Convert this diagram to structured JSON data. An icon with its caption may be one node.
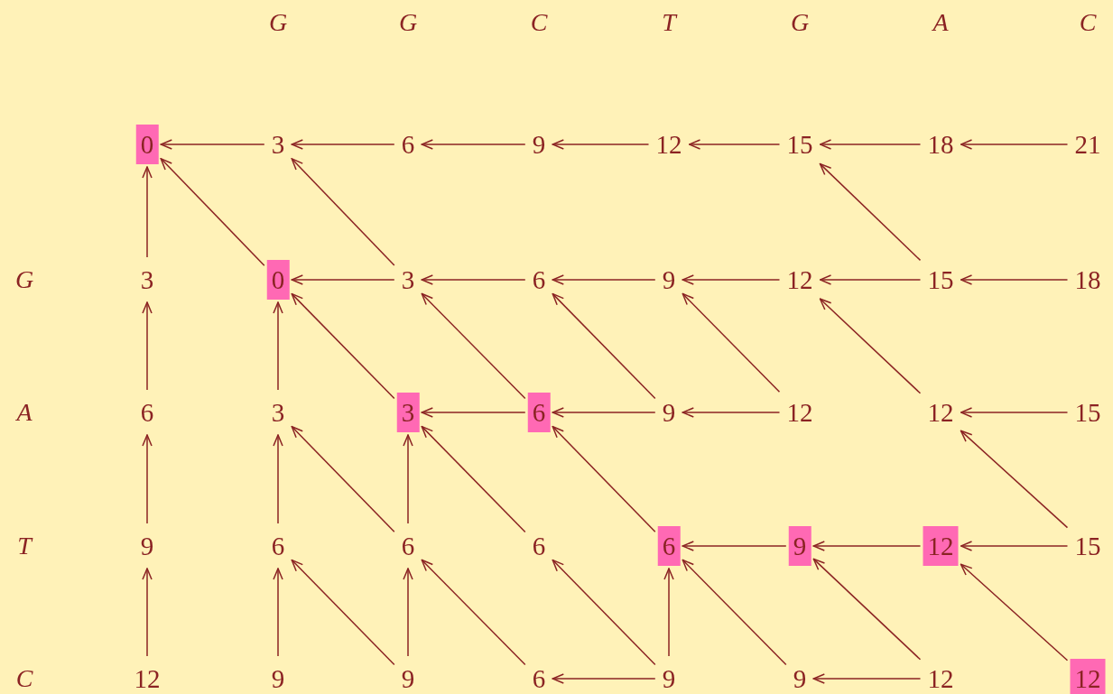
{
  "diagram": {
    "nodes": [
      {
        "text": [
          "0"
        ]
      },
      {
        "text": [
          "3"
        ]
      },
      {
        "text": [
          "6"
        ]
      },
      {
        "text": [
          "9"
        ]
      },
      {
        "text": [
          "12"
        ]
      },
      {
        "text": [
          "15"
        ]
      },
      {
        "text": [
          "18"
        ]
      },
      {
        "text": [
          "21"
        ]
      },
      {
        "text": [
          "3"
        ]
      },
      {
        "text": [
          "0"
        ]
      },
      {
        "text": [
          "3"
        ]
      },
      {
        "text": [
          "6"
        ]
      },
      {
        "text": [
          "9"
        ]
      },
      {
        "text": [
          "12"
        ]
      },
      {
        "text": [
          "15"
        ]
      },
      {
        "text": [
          "18"
        ]
      },
      {
        "text": [
          "6"
        ]
      },
      {
        "text": [
          "3"
        ]
      },
      {
        "text": [
          "3"
        ]
      },
      {
        "text": [
          "6"
        ]
      },
      {
        "text": [
          "9"
        ]
      },
      {
        "text": [
          "12"
        ]
      },
      {
        "text": [
          "12"
        ]
      },
      {
        "text": [
          "15"
        ]
      },
      {
        "text": [
          "9"
        ]
      },
      {
        "text": [
          "6"
        ]
      },
      {
        "text": [
          "6"
        ]
      },
      {
        "text": [
          "6"
        ]
      },
      {
        "text": [
          "6"
        ]
      },
      {
        "text": [
          "9"
        ]
      },
      {
        "text": [
          "12"
        ]
      },
      {
        "text": [
          "15"
        ]
      },
      {
        "text": [
          "12"
        ]
      },
      {
        "text": [
          "9"
        ]
      },
      {
        "text": [
          "9"
        ]
      },
      {
        "text": [
          "6"
        ]
      },
      {
        "text": [
          "9"
        ]
      },
      {
        "text": [
          "9"
        ]
      },
      {
        "text": [
          "12"
        ]
      },
      {
        "text": [
          "12"
        ]
      }
    ],
    "edges": [
      {
        "from": 1,
        "to": 0,
        "arrow": "to"
      },
      {
        "from": 2,
        "to": 1,
        "arrow": "to"
      },
      {
        "from": 3,
        "to": 2,
        "arrow": "to"
      },
      {
        "from": 4,
        "to": 3,
        "arrow": "to"
      },
      {
        "from": 5,
        "to": 4,
        "arrow": "to"
      },
      {
        "from": 6,
        "to": 5,
        "arrow": "to"
      },
      {
        "from": 7,
        "to": 6,
        "arrow": "to"
      },
      {
        "from": 8,
        "to": 0,
        "arrow": "to"
      },
      {
        "from": 9,
        "to": 0,
        "arrow": "to"
      },
      {
        "from": 10,
        "to": 9,
        "arrow": "to"
      },
      {
        "from": 10,
        "to": 1,
        "arrow": "to"
      },
      {
        "from": 11,
        "to": 10,
        "arrow": "to"
      },
      {
        "from": 12,
        "to": 11,
        "arrow": "to"
      },
      {
        "from": 13,
        "to": 12,
        "arrow": "to"
      },
      {
        "from": 14,
        "to": 13,
        "arrow": "to"
      },
      {
        "from": 14,
        "to": 5,
        "arrow": "to"
      },
      {
        "from": 15,
        "to": 14,
        "arrow": "to"
      },
      {
        "from": 16,
        "to": 8,
        "arrow": "to"
      },
      {
        "from": 17,
        "to": 9,
        "arrow": "to"
      },
      {
        "from": 18,
        "to": 9,
        "arrow": "to"
      },
      {
        "from": 19,
        "to": 18,
        "arrow": "to"
      },
      {
        "from": 19,
        "to": 10,
        "arrow": "to"
      },
      {
        "from": 20,
        "to": 19,
        "arrow": "to"
      },
      {
        "from": 20,
        "to": 11,
        "arrow": "to"
      },
      {
        "from": 21,
        "to": 20,
        "arrow": "to"
      },
      {
        "from": 21,
        "to": 12,
        "arrow": "to"
      },
      {
        "from": 22,
        "to": 13,
        "arrow": "to"
      },
      {
        "from": 23,
        "to": 22,
        "arrow": "to"
      },
      {
        "from": 24,
        "to": 16,
        "arrow": "to"
      },
      {
        "from": 25,
        "to": 17,
        "arrow": "to"
      },
      {
        "from": 26,
        "to": 17,
        "arrow": "to"
      },
      {
        "from": 26,
        "to": 18,
        "arrow": "to"
      },
      {
        "from": 27,
        "to": 18,
        "arrow": "to"
      },
      {
        "from": 28,
        "to": 19,
        "arrow": "to"
      },
      {
        "from": 29,
        "to": 28,
        "arrow": "to"
      },
      {
        "from": 30,
        "to": 29,
        "arrow": "to"
      },
      {
        "from": 31,
        "to": 30,
        "arrow": "to"
      },
      {
        "from": 31,
        "to": 22,
        "arrow": "to"
      },
      {
        "from": 32,
        "to": 24,
        "arrow": "to"
      },
      {
        "from": 33,
        "to": 25,
        "arrow": "to"
      },
      {
        "from": 34,
        "to": 25,
        "arrow": "to"
      },
      {
        "from": 34,
        "to": 26,
        "arrow": "to"
      },
      {
        "from": 35,
        "to": 26,
        "arrow": "to"
      },
      {
        "from": 36,
        "to": 35,
        "arrow": "to"
      },
      {
        "from": 36,
        "to": 27,
        "arrow": "to"
      },
      {
        "from": 36,
        "to": 28,
        "arrow": "to"
      },
      {
        "from": 37,
        "to": 28,
        "arrow": "to"
      },
      {
        "from": 38,
        "to": 37,
        "arrow": "to"
      },
      {
        "from": 38,
        "to": 29,
        "arrow": "to"
      },
      {
        "from": 39,
        "to": 30,
        "arrow": "to"
      }
    ],
    "labels": [
      "G",
      "G",
      "C",
      "T",
      "G",
      "A",
      "C",
      "G",
      "A",
      "T",
      "C"
    ]
  }
}
